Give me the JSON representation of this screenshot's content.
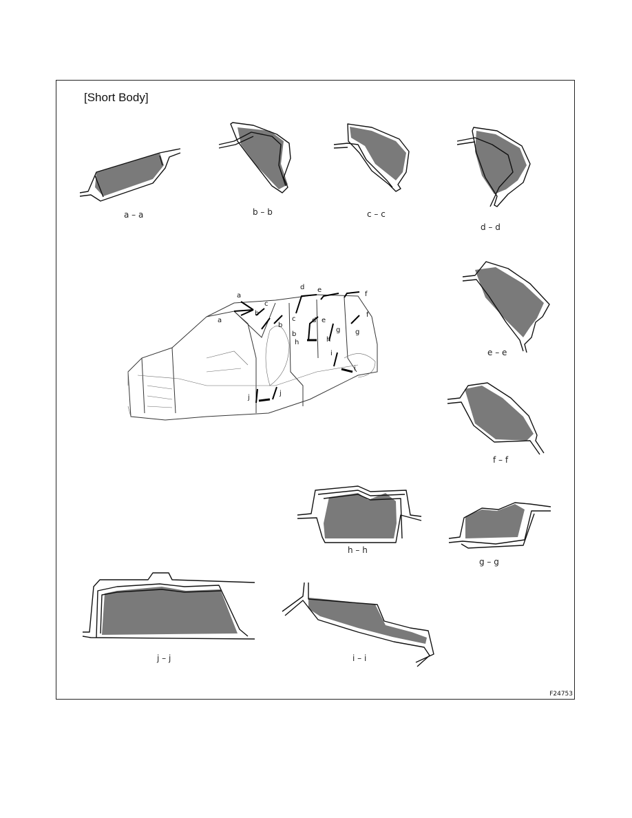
{
  "title": "[Short Body]",
  "figure_id": "F24753",
  "sections": {
    "aa": "a – a",
    "bb": "b – b",
    "cc": "c – c",
    "dd": "d – d",
    "ee": "e – e",
    "ff": "f – f",
    "hh": "h – h",
    "gg": "g – g",
    "jj": "j – j",
    "ii": "i – i"
  },
  "pointers": {
    "a": "a",
    "b": "b",
    "c": "c",
    "d": "d",
    "e": "e",
    "f": "f",
    "g": "g",
    "h": "h",
    "i": "i",
    "j": "j"
  },
  "colors": {
    "section_fill": "#7a7a7a",
    "outline": "#111111"
  }
}
